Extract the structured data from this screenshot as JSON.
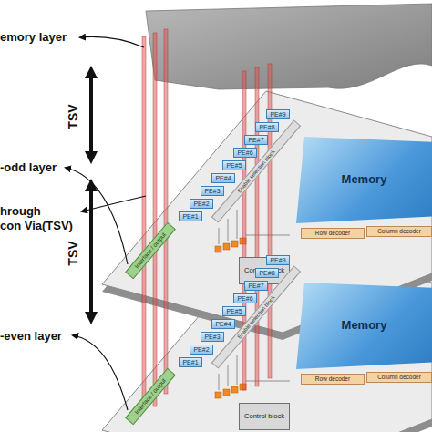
{
  "diagram": {
    "nodes": [
      {
        "text": [
          "PE#9"
        ]
      },
      {
        "text": [
          "PE#8"
        ]
      },
      {
        "text": [
          "PE#7"
        ]
      },
      {
        "text": [
          "PE#6"
        ]
      },
      {
        "text": [
          "PE#5"
        ]
      },
      {
        "text": [
          "PE#4"
        ]
      },
      {
        "text": [
          "PE#3"
        ]
      },
      {
        "text": [
          "PE#2"
        ]
      },
      {
        "text": [
          "PE#1"
        ]
      },
      {
        "text": [
          "Enable selection block"
        ]
      },
      {
        "text": [
          "Memory"
        ]
      },
      {
        "text": [
          "Row decoder"
        ]
      },
      {
        "text": [
          "Column decoder"
        ]
      },
      {
        "text": [
          "Control block"
        ]
      },
      {
        "text": [
          "Interface / output"
        ]
      },
      {
        "text": [
          "PE#9"
        ]
      },
      {
        "text": [
          "PE#8"
        ]
      },
      {
        "text": [
          "PE#7"
        ]
      },
      {
        "text": [
          "PE#6"
        ]
      },
      {
        "text": [
          "PE#5"
        ]
      },
      {
        "text": [
          "PE#4"
        ]
      },
      {
        "text": [
          "PE#3"
        ]
      },
      {
        "text": [
          "PE#2"
        ]
      },
      {
        "text": [
          "PE#1"
        ]
      },
      {
        "text": [
          "Enable selection block"
        ]
      },
      {
        "text": [
          "Memory"
        ]
      },
      {
        "text": [
          "Row decoder"
        ]
      },
      {
        "text": [
          "Column decoder"
        ]
      },
      {
        "text": [
          "Control block"
        ]
      },
      {
        "text": [
          "Interface / output"
        ]
      }
    ],
    "labels": [
      "emory layer",
      "TSV",
      "-odd layer",
      "hrough",
      "con Via(TSV)",
      "TSV",
      "-even layer"
    ]
  }
}
